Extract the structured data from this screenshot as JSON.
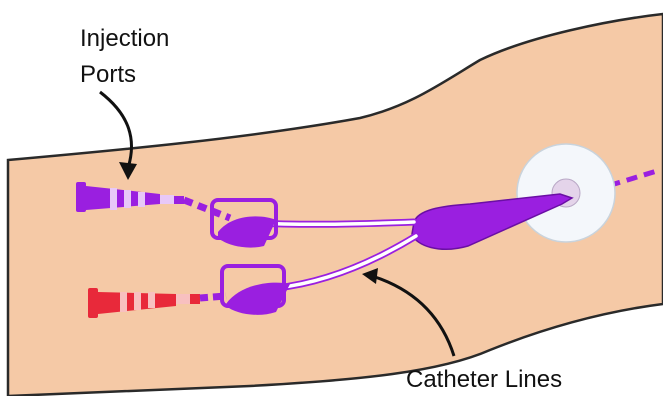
{
  "labels": {
    "injection_line1": "Injection",
    "injection_line2": "Ports",
    "catheter": "Catheter Lines"
  },
  "colors": {
    "skin": "#f5c9a6",
    "skin_outline": "#2a2a2a",
    "purple": "#9a1fe0",
    "purple_light": "#e8c8f8",
    "red": "#e8293a",
    "red_light": "#f8c0c0",
    "tube": "#ffffff",
    "dressing": "#f4f7fb"
  },
  "icons": {
    "injection_port_purple": "purple-luer-port-icon",
    "injection_port_red": "red-luer-port-icon",
    "clamp": "clamp-icon",
    "hub": "catheter-hub-icon",
    "dressing": "insertion-site-dressing-icon"
  }
}
